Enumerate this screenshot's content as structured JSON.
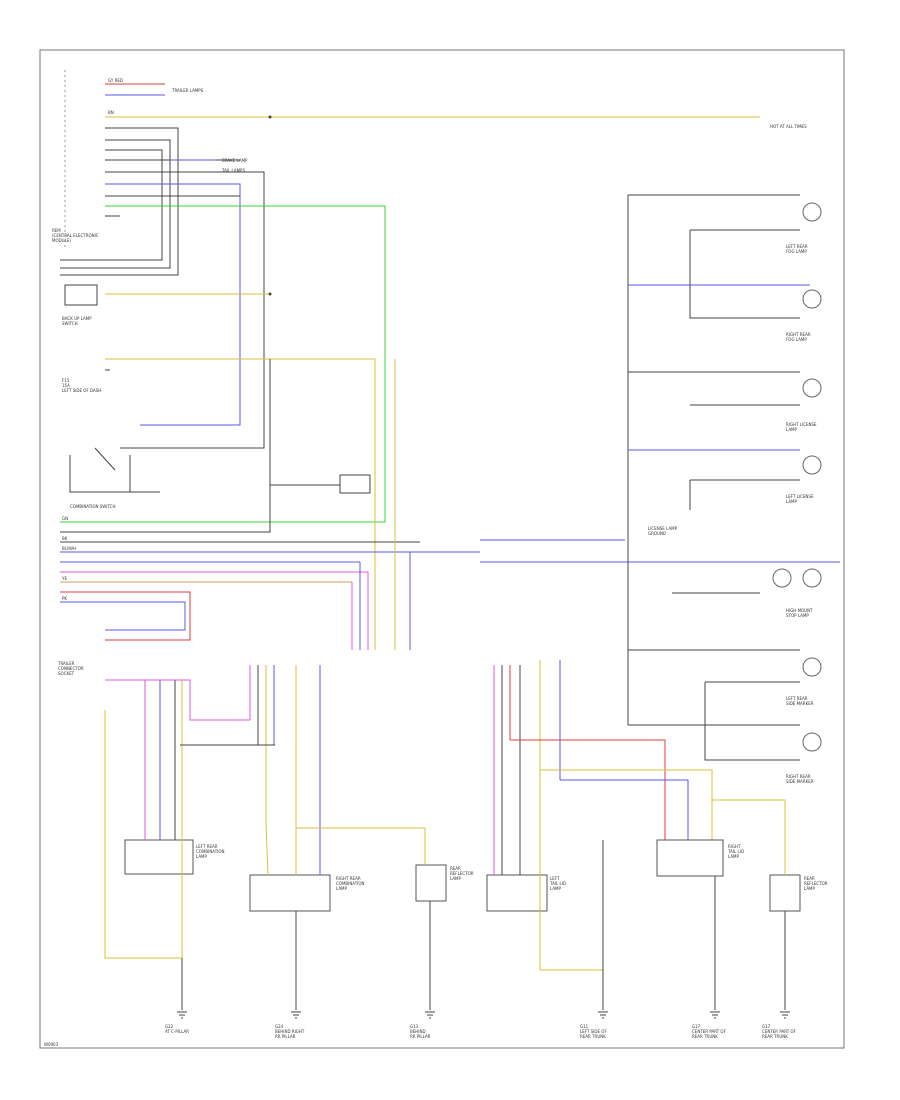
{
  "diagram": {
    "page_id": "W0903",
    "colors": {
      "border": "#777777",
      "wire_black": "#444444",
      "wire_red": "#e23b3b",
      "wire_blue": "#5a5ae8",
      "wire_green": "#37d337",
      "wire_yellow": "#d9c23a",
      "wire_pink": "#e856d8",
      "wire_gray": "#9a9a9a",
      "wire_tan": "#c8a25c"
    },
    "top_labels": {
      "trailer_lamps": "TRAILER LAMPS",
      "brake_lamp": "BRAKE LAMP",
      "tail_lamps": "TAIL LAMPS",
      "hot_at_all_times": "HOT AT ALL TIMES"
    },
    "left_components": {
      "rem": "REM\n(CENTRAL ELECTRONIC\nMODULE)",
      "backup_switch": "BACK UP LAMP\nSWITCH",
      "fuse": "F15\n15A\nLEFT SIDE OF DASH",
      "combo_switch": "COMBINATION SWITCH",
      "trailer_connector": "TRAILER\nCONNECTOR\nSOCKET"
    },
    "right_components": {
      "left_rear_fog": "LEFT REAR\nFOG LAMP",
      "right_rear_fog": "RIGHT REAR\nFOG LAMP",
      "right_license": "RIGHT LICENSE\nLAMP",
      "left_license": "LEFT LICENSE\nLAMP",
      "license_lamp_ground": "LICENSE LAMP\nGROUND",
      "high_mount_stop": "HIGH MOUNT\nSTOP LAMP",
      "left_rear_side_marker": "LEFT REAR\nSIDE MARKER",
      "right_rear_side_marker": "RIGHT REAR\nSIDE MARKER"
    },
    "bottom_components": {
      "left_rear_combo": "LEFT REAR\nCOMBINATION\nLAMP",
      "right_rear_combo": "RIGHT REAR\nCOMBINATION\nLAMP",
      "left_reflector": "REAR\nREFLECTOR\nLAMP",
      "left_tail_lid": "LEFT\nTAIL LID\nLAMP",
      "right_tail_lid": "RIGHT\nTAIL LID\nLAMP",
      "right_reflector": "REAR\nREFLECTOR\nLAMP"
    },
    "grounds": {
      "g1": "G22\nAT C-PILLAR",
      "g2": "G24\nBEHIND RIGHT\nRR PILLAR",
      "g3": "G13\nBEHIND\nRR PILLAR",
      "g4": "G11\nLEFT SIDE OF\nREAR TRUNK",
      "g5": "G17\nCENTER PART OF\nREAR TRUNK",
      "g6": "G17\nCENTER PART OF\nREAR TRUNK"
    },
    "wire_codes": {
      "gy_red": "GY RED",
      "bu_wh": "BU/WH",
      "gn": "GN",
      "bk": "BK",
      "ye": "YE",
      "pk": "PK",
      "bn": "BN"
    }
  }
}
